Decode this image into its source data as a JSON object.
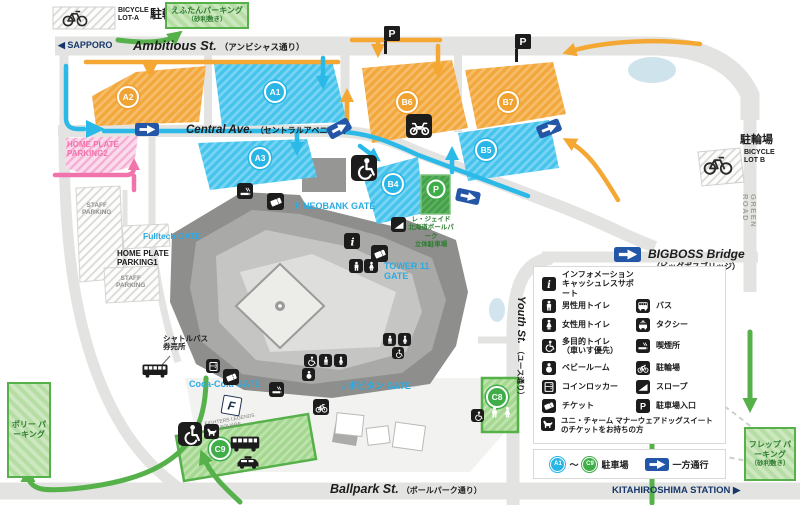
{
  "colors": {
    "road": "#e3e3e1",
    "blue_lot": "#47c4ec",
    "orange_lot": "#f3a83d",
    "green": "#56b14b",
    "pink": "#f173ac",
    "cyan_text": "#2aabe2",
    "navy": "#17376b",
    "oneway_blue": "#2456a8"
  },
  "top": {
    "bicycle_lot_a_en": "BICYCLE\nLOT-A",
    "bicycle_lot_a_jp": "駐輪場",
    "eftan_name": "えふたんパーキング",
    "eftan_note": "（砂利敷き）",
    "sapporo": "◀ SAPPORO"
  },
  "streets": {
    "ambitious_en": "Ambitious St.",
    "ambitious_jp": "（アンビシャス通り）",
    "central_en": "Central Ave.",
    "central_jp": "（セントラルアベニュー）",
    "youth_en": "Youth St.",
    "youth_jp": "（ユース通り）",
    "ballpark_en": "Ballpark St.",
    "ballpark_jp": "（ボールパーク通り）",
    "bigboss_en": "BIGBOSS Bridge",
    "bigboss_jp": "（ビッグボスブリッジ）",
    "green_road": "GREEN ROAD",
    "kitahiroshima": "KITAHIROSHIMA STATION ▶"
  },
  "badges": {
    "a1": "A1",
    "a2": "A2",
    "a3": "A3",
    "b4": "B4",
    "b5": "B5",
    "b6": "B6",
    "b7": "B7",
    "c8": "C8",
    "c9": "C9",
    "p": "P"
  },
  "areas": {
    "hpp2": "HOME PLATE\nPARKING2",
    "staff": "STAFF\nPARKING",
    "hpp1": "HOME PLATE\nPARKING1",
    "fulltech": "Fulltech GATE",
    "f_neobank": "F NEOBANK GATE",
    "tower11": "TOWER 11\nGATE",
    "cocacola": "Coca-Cola GATE",
    "lipovitan": "リポビタン GATE",
    "shuttle": "シャトルバス\n券売所",
    "fighters_legends": "FIGHTERS LEGENDS\nSQUARE",
    "f_logo": "F",
    "lejade": "レ・ジェイド\n北海道ボールパーク\n立体駐車場",
    "bicycle_lot_b_jp": "駐輪場",
    "bicycle_lot_b_en": "BICYCLE\nLOT B",
    "polly": "ポリー\nパーキング",
    "flep_name": "フレップ\nパーキング",
    "flep_note": "（砂利敷き）"
  },
  "legend": {
    "left": [
      {
        "icon": "info",
        "label": "インフォメーション\nキャッシュレスサポート"
      },
      {
        "icon": "male",
        "label": "男性用トイレ"
      },
      {
        "icon": "female",
        "label": "女性用トイレ"
      },
      {
        "icon": "wheelchair",
        "label": "多目的トイレ\n（車いす優先）"
      },
      {
        "icon": "baby",
        "label": "ベビールーム"
      },
      {
        "icon": "locker",
        "label": "コインロッカー"
      },
      {
        "icon": "ticket",
        "label": "チケット"
      }
    ],
    "right": [
      {
        "icon": "bus",
        "label": "バス"
      },
      {
        "icon": "taxi",
        "label": "タクシー"
      },
      {
        "icon": "smoking",
        "label": "喫煙所"
      },
      {
        "icon": "bicycle",
        "label": "駐輪場"
      },
      {
        "icon": "slope",
        "label": "スロープ"
      },
      {
        "icon": "pflag",
        "label": "駐車場入口"
      }
    ],
    "dog": {
      "icon": "dog",
      "label": "ユニ・チャーム マナーウェアドッグスイート\nのチケットをお持ちの方"
    },
    "footer": {
      "from": "A1",
      "tilde": "～",
      "to": "C9",
      "parking": "駐車場",
      "oneway": "一方通行"
    }
  }
}
